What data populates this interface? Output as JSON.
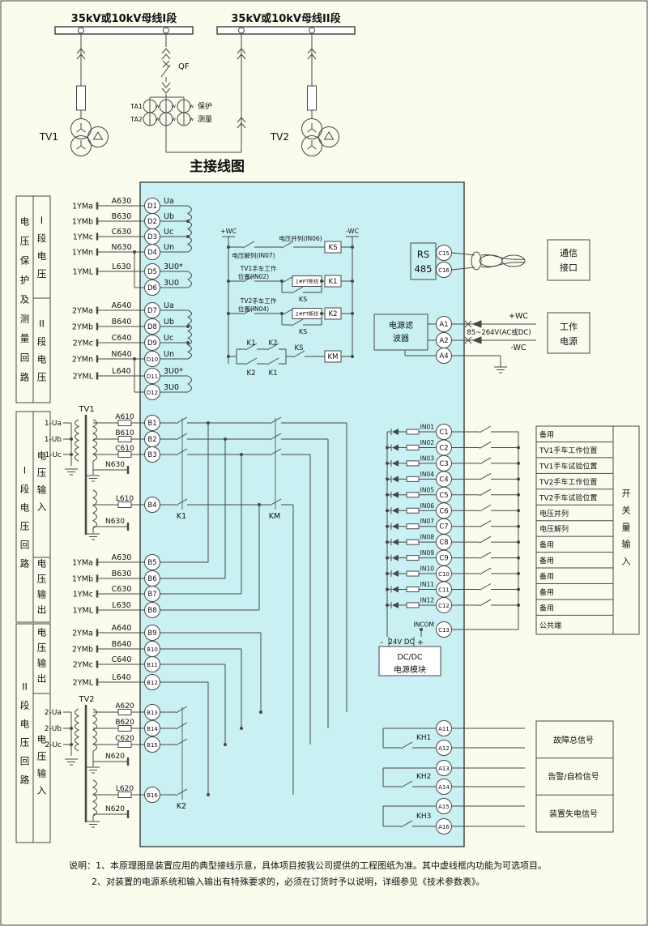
{
  "colors": {
    "background": "#fafcee",
    "panel": "#c9f0f2",
    "line": "#474747"
  },
  "main": {
    "title": "主接线图",
    "bus1": "35kV或10kV母线I段",
    "bus2": "35kV或10kV母线II段",
    "tv1": "TV1",
    "tv2": "TV2",
    "qf": "QF",
    "ta1": "TA1",
    "ta2": "TA2",
    "protect": "保护",
    "measure": "测量",
    "w": "w"
  },
  "left_groups": [
    {
      "outer": [
        "电",
        "压",
        "保",
        "护",
        "及",
        "测",
        "量",
        "回",
        "路"
      ],
      "inners": [
        [
          "I",
          "段",
          "电",
          "压"
        ],
        [
          "II",
          "段",
          "电",
          "压"
        ]
      ]
    },
    {
      "outer": [
        "I",
        "段",
        "电",
        "压",
        "回",
        "路"
      ],
      "inners": [
        [
          "电",
          "压",
          "输",
          "入"
        ],
        [
          "电",
          "压",
          "输",
          "出"
        ]
      ]
    },
    {
      "outer": [
        "II",
        "段",
        "电",
        "压",
        "回",
        "路"
      ],
      "inners": [
        [
          "电",
          "压",
          "输",
          "出"
        ],
        [
          "电",
          "压",
          "输",
          "入"
        ]
      ]
    }
  ],
  "d1": [
    {
      "src": "1YMa",
      "wire": "A630",
      "t": "D1",
      "sig": "Ua"
    },
    {
      "src": "1YMb",
      "wire": "B630",
      "t": "D2",
      "sig": "Ub"
    },
    {
      "src": "1YMc",
      "wire": "C630",
      "t": "D3",
      "sig": "Uc"
    },
    {
      "src": "1YMn",
      "wire": "N630",
      "t": "D4",
      "sig": "Un"
    },
    {
      "src": "1YML",
      "wire": "L630",
      "t": "D5",
      "sig": "3U0*"
    },
    {
      "src": "",
      "wire": "",
      "t": "D6",
      "sig": "3U0"
    }
  ],
  "d2": [
    {
      "src": "2YMa",
      "wire": "A640",
      "t": "D7",
      "sig": "Ua"
    },
    {
      "src": "2YMb",
      "wire": "B640",
      "t": "D8",
      "sig": "Ub"
    },
    {
      "src": "2YMc",
      "wire": "C640",
      "t": "D9",
      "sig": "Uc"
    },
    {
      "src": "2YMn",
      "wire": "N640",
      "t": "D10",
      "sig": "Un"
    },
    {
      "src": "2YML",
      "wire": "L640",
      "t": "D11",
      "sig": "3U0*"
    },
    {
      "src": "",
      "wire": "",
      "t": "D12",
      "sig": "3U0"
    }
  ],
  "tv1": {
    "name": "TV1",
    "primary": [
      "1-Ua",
      "1-Ub",
      "1-Uc"
    ],
    "sec": [
      {
        "wire": "A610",
        "t": "B1"
      },
      {
        "wire": "B610",
        "t": "B2"
      },
      {
        "wire": "C610",
        "t": "B3"
      }
    ],
    "n": "N630",
    "delta": {
      "wire": "L610",
      "t": "B4"
    },
    "n2": "N630",
    "k": "K1"
  },
  "tv2": {
    "name": "TV2",
    "primary": [
      "2-Ua",
      "2-Ub",
      "2-Uc"
    ],
    "sec": [
      {
        "wire": "A620",
        "t": "B13"
      },
      {
        "wire": "B620",
        "t": "B14"
      },
      {
        "wire": "C620",
        "t": "B15"
      }
    ],
    "n": "N620",
    "delta": {
      "wire": "L620",
      "t": "B16"
    },
    "n2": "N620",
    "k": "K2"
  },
  "km": "KM",
  "out1": [
    {
      "src": "1YMa",
      "wire": "A630",
      "t": "B5"
    },
    {
      "src": "1YMb",
      "wire": "B630",
      "t": "B6"
    },
    {
      "src": "1YMc",
      "wire": "C630",
      "t": "B7"
    },
    {
      "src": "1YML",
      "wire": "L630",
      "t": "B8"
    }
  ],
  "out2": [
    {
      "src": "2YMa",
      "wire": "A640",
      "t": "B9"
    },
    {
      "src": "2YMb",
      "wire": "B640",
      "t": "B10"
    },
    {
      "src": "2YMc",
      "wire": "C640",
      "t": "B11"
    },
    {
      "src": "2YML",
      "wire": "L640",
      "t": "B12"
    }
  ],
  "relay": {
    "pwc": "+WC",
    "nwc": "-WC",
    "row1": {
      "c1": "电压解列(IN07)",
      "c2": "电压并列(IN06)",
      "coil": "KS"
    },
    "row2": {
      "l1": "TV1手车工作",
      "l2": "位置(IN02)",
      "box": "1#PT断线",
      "ks": "KS",
      "coil": "K1"
    },
    "row3": {
      "l1": "TV2手车工作",
      "l2": "位置(IN04)",
      "box": "2#PT断线",
      "ks": "KS",
      "coil": "K2"
    },
    "row4": {
      "a": "K1",
      "b": "K2",
      "c": "K2",
      "d": "K1",
      "e": "KS",
      "coil": "KM"
    }
  },
  "comm": {
    "rs1": "RS",
    "rs2": "485",
    "t1": "C15",
    "t2": "C16",
    "label1": "通信",
    "label2": "接口"
  },
  "power": {
    "f1": "电源滤",
    "f2": "波器",
    "a1": "A1",
    "a2": "A2",
    "a4": "A4",
    "pwc": "+WC",
    "range": "85~264V(AC或DC)",
    "nwc": "-WC",
    "w1": "工作",
    "w2": "电源"
  },
  "di": {
    "rows": [
      {
        "in": "IN01",
        "t": "C1",
        "label": "备用"
      },
      {
        "in": "IN02",
        "t": "C2",
        "label": "TV1手车工作位置"
      },
      {
        "in": "IN03",
        "t": "C3",
        "label": "TV1手车试验位置"
      },
      {
        "in": "IN04",
        "t": "C4",
        "label": "TV2手车工作位置"
      },
      {
        "in": "IN05",
        "t": "C5",
        "label": "TV2手车试验位置"
      },
      {
        "in": "IN06",
        "t": "C6",
        "label": "电压并列"
      },
      {
        "in": "IN07",
        "t": "C7",
        "label": "电压解列"
      },
      {
        "in": "IN08",
        "t": "C8",
        "label": "备用"
      },
      {
        "in": "IN09",
        "t": "C9",
        "label": "备用"
      },
      {
        "in": "IN10",
        "t": "C10",
        "label": "备用"
      },
      {
        "in": "IN11",
        "t": "C11",
        "label": "备用"
      },
      {
        "in": "IN12",
        "t": "C12",
        "label": "备用"
      }
    ],
    "incom": {
      "in": "INCOM",
      "t": "C13",
      "label": "公共端"
    },
    "col": [
      "开",
      "关",
      "量",
      "输",
      "入"
    ],
    "dc_minus": "-",
    "dc": "24V DC",
    "dc_plus": "+",
    "mod1": "DC/DC",
    "mod2": "电源模块"
  },
  "do_rows": [
    {
      "t1": "A11",
      "t2": "A12",
      "kh": "KH1",
      "label": "故障总信号"
    },
    {
      "t1": "A13",
      "t2": "A14",
      "kh": "KH2",
      "label": "告警/自检信号"
    },
    {
      "t1": "A15",
      "t2": "A16",
      "kh": "KH3",
      "label": "装置失电信号"
    }
  ],
  "notes": [
    "说明：1、本原理图是装置应用的典型接线示意，具体项目按我公司提供的工程图纸为准。其中虚线框内功能为可选项目。",
    "2、对装置的电源系统和输入输出有特殊要求的，必须在订货时予以说明，详细参见《技术参数表》。"
  ]
}
